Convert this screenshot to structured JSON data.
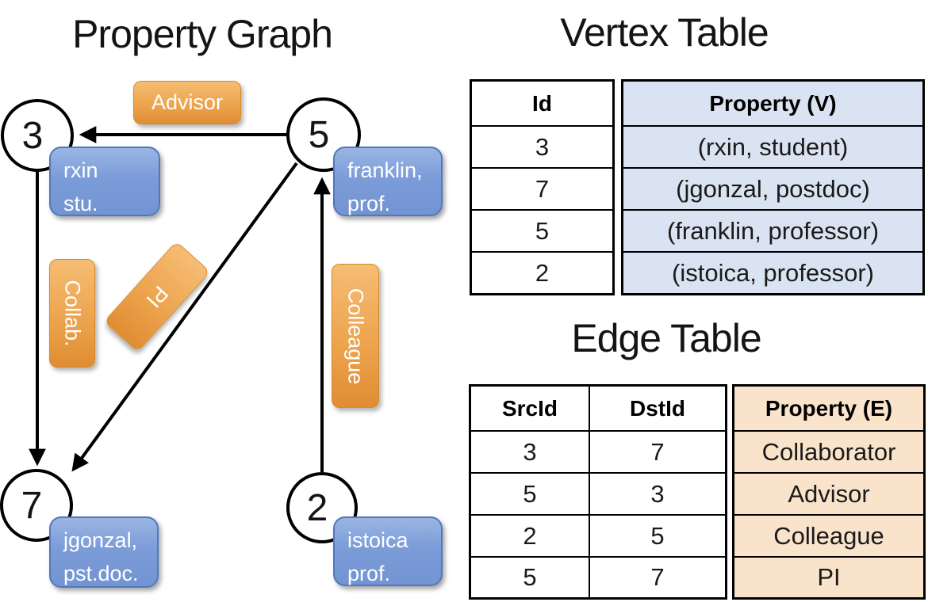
{
  "titles": {
    "graph": "Property Graph",
    "vertex": "Vertex Table",
    "edge": "Edge Table"
  },
  "graph": {
    "nodes": [
      {
        "id": "3",
        "label_line1": "rxin",
        "label_line2": "stu."
      },
      {
        "id": "5",
        "label_line1": "franklin,",
        "label_line2": "prof."
      },
      {
        "id": "7",
        "label_line1": "jgonzal,",
        "label_line2": "pst.doc."
      },
      {
        "id": "2",
        "label_line1": "istoica",
        "label_line2": "prof."
      }
    ],
    "edges": [
      {
        "label": "Advisor",
        "from": "5",
        "to": "3"
      },
      {
        "label": "Collab.",
        "from": "3",
        "to": "7"
      },
      {
        "label": "PI",
        "from": "5",
        "to": "7"
      },
      {
        "label": "Colleague",
        "from": "2",
        "to": "5"
      }
    ]
  },
  "vertex_table": {
    "headers": {
      "id": "Id",
      "property": "Property (V)"
    },
    "rows": [
      {
        "id": "3",
        "property": "(rxin, student)"
      },
      {
        "id": "7",
        "property": "(jgonzal, postdoc)"
      },
      {
        "id": "5",
        "property": "(franklin, professor)"
      },
      {
        "id": "2",
        "property": "(istoica, professor)"
      }
    ]
  },
  "edge_table": {
    "headers": {
      "src": "SrcId",
      "dst": "DstId",
      "property": "Property (E)"
    },
    "rows": [
      {
        "src": "3",
        "dst": "7",
        "property": "Collaborator"
      },
      {
        "src": "5",
        "dst": "3",
        "property": "Advisor"
      },
      {
        "src": "2",
        "dst": "5",
        "property": "Colleague"
      },
      {
        "src": "5",
        "dst": "7",
        "property": "PI"
      }
    ]
  },
  "colors": {
    "edge_label_orange": "#eda44e",
    "vertex_label_blue": "#7b9cd8",
    "vertex_table_fill": "#dae3f2",
    "edge_table_fill": "#fae3cb",
    "line_black": "#000000"
  }
}
